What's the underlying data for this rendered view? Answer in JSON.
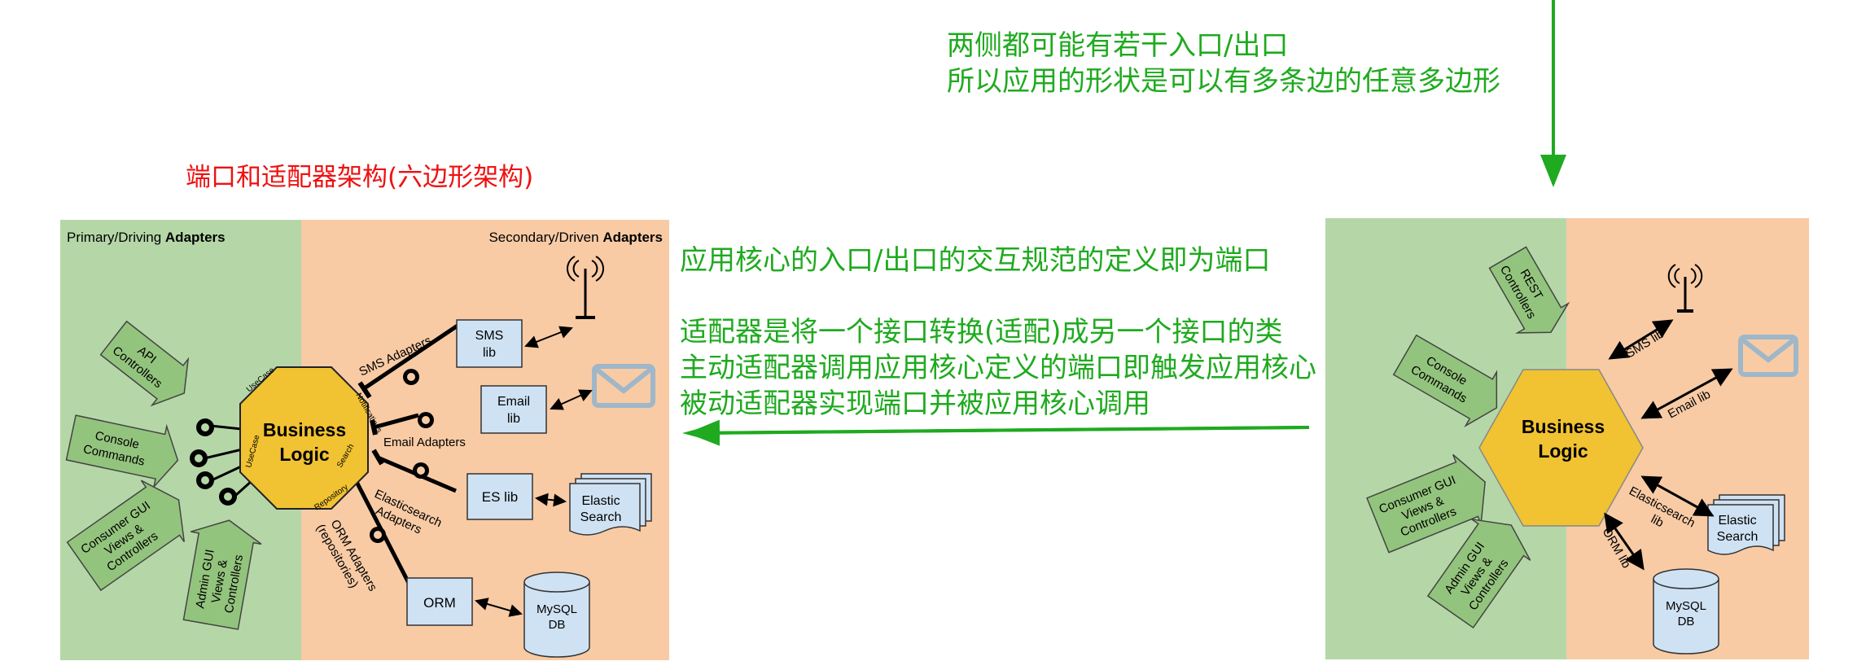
{
  "top_note": {
    "line1": "两侧都可能有若干入口/出口",
    "line2": "所以应用的形状是可以有多条边的任意多边形"
  },
  "left_title": "端口和适配器架构(六边形架构)",
  "middle_notes": {
    "line1": "应用核心的入口/出口的交互规范的定义即为端口",
    "line2": "适配器是将一个接口转换(适配)成另一个接口的类",
    "line3": "主动适配器调用应用核心定义的端口即触发应用核心",
    "line4": "被动适配器实现端口并被应用核心调用"
  },
  "left_diagram": {
    "primary_header_prefix": "Primary/Driving ",
    "primary_header_bold": "Adapters",
    "secondary_header_prefix": "Secondary/Driven ",
    "secondary_header_bold": "Adapters",
    "core_line1": "Business",
    "core_line2": "Logic",
    "port_labels": {
      "usecase_top": "UseCase",
      "usecase_left": "UseCase",
      "notifications": "Notifications",
      "search": "Search",
      "repository": "Repository"
    },
    "primary_adapters": {
      "api_line1": "API",
      "api_line2": "Controllers",
      "console_line1": "Console",
      "console_line2": "Commands",
      "consumer_line1": "Consumer GUI",
      "consumer_line2": "Views &",
      "consumer_line3": "Controllers",
      "admin_line1": "Admin GUI",
      "admin_line2": "Views &",
      "admin_line3": "Controllers"
    },
    "adapter_labels": {
      "sms": "SMS Adapters",
      "email": "Email Adapters",
      "es_line1": "Elasticsearch",
      "es_line2": "Adapters",
      "orm_line1": "ORM Adapters",
      "orm_line2": "(repositories)"
    },
    "libs": {
      "sms_line1": "SMS",
      "sms_line2": "lib",
      "email_line1": "Email",
      "email_line2": "lib",
      "es": "ES lib",
      "orm": "ORM"
    },
    "externals": {
      "elastic_line1": "Elastic",
      "elastic_line2": "Search",
      "mysql_line1": "MySQL",
      "mysql_line2": "DB"
    }
  },
  "right_diagram": {
    "core_line1": "Business",
    "core_line2": "Logic",
    "rest_line1": "REST",
    "rest_line2": "Controllers",
    "console_line1": "Console",
    "console_line2": "Commands",
    "consumer_line1": "Consumer GUI",
    "consumer_line2": "Views &",
    "consumer_line3": "Controllers",
    "admin_line1": "Admin GUI",
    "admin_line2": "Views &",
    "admin_line3": "Controllers",
    "sms_lib": "SMS lib",
    "email_lib": "Email lib",
    "es_lib_line1": "Elasticsearch",
    "es_lib_line2": "lib",
    "orm_lib": "ORM lib",
    "elastic_line1": "Elastic",
    "elastic_line2": "Search",
    "mysql_line1": "MySQL",
    "mysql_line2": "DB"
  },
  "colors": {
    "annotation_green": "#1faa1f",
    "title_red": "#ee1111",
    "driving_bg": "#b5d7a8",
    "driven_bg": "#f8cba5",
    "core_fill": "#f1c232",
    "adapter_fill": "#93c47d",
    "lib_fill": "#cfe2f3"
  }
}
